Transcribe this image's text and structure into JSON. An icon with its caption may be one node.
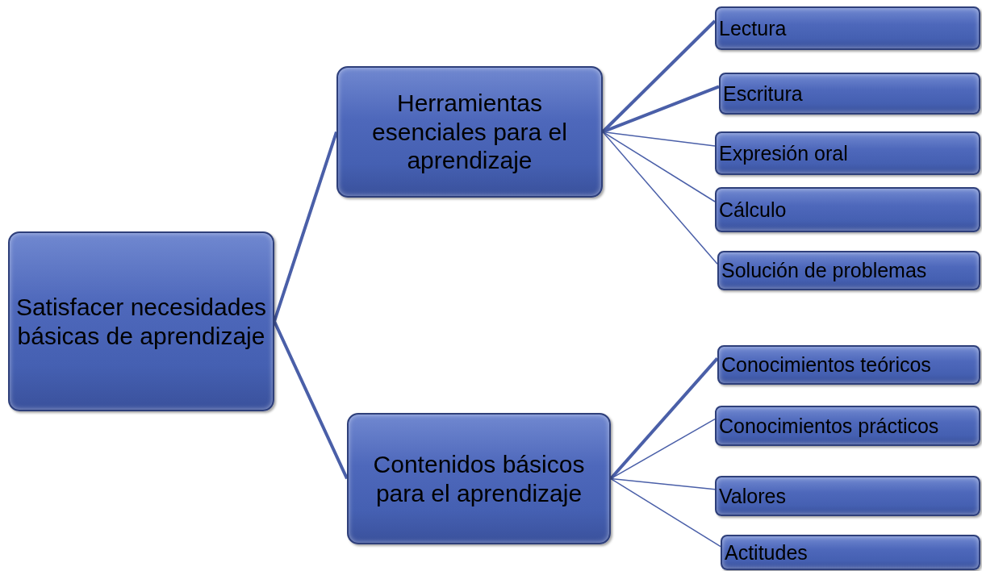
{
  "diagram": {
    "nodes": [
      {
        "text": [
          "Satisfacer necesidades básicas de aprendizaje"
        ]
      },
      {
        "text": [
          "Herramientas esenciales para el aprendizaje"
        ]
      },
      {
        "text": [
          "Lectura"
        ]
      },
      {
        "text": [
          "Escritura"
        ]
      },
      {
        "text": [
          "Expresión oral"
        ]
      },
      {
        "text": [
          "Cálculo"
        ]
      },
      {
        "text": [
          "Solución de problemas"
        ]
      },
      {
        "text": [
          "Contenidos básicos para el aprendizaje"
        ]
      },
      {
        "text": [
          "Conocimientos teóricos"
        ]
      },
      {
        "text": [
          "Conocimientos prácticos"
        ]
      },
      {
        "text": [
          "Valores"
        ]
      },
      {
        "text": [
          "Actitudes"
        ]
      }
    ],
    "edges": [
      {
        "from": 0,
        "to": 1,
        "arrow": "none",
        "style": "thick"
      },
      {
        "from": 0,
        "to": 7,
        "arrow": "none",
        "style": "thick"
      },
      {
        "from": 1,
        "to": 2,
        "arrow": "none",
        "style": "thick"
      },
      {
        "from": 1,
        "to": 3,
        "arrow": "none",
        "style": "thick"
      },
      {
        "from": 1,
        "to": 4,
        "arrow": "none"
      },
      {
        "from": 1,
        "to": 5,
        "arrow": "none"
      },
      {
        "from": 1,
        "to": 6,
        "arrow": "none"
      },
      {
        "from": 7,
        "to": 8,
        "arrow": "none",
        "style": "thick"
      },
      {
        "from": 7,
        "to": 9,
        "arrow": "none"
      },
      {
        "from": 7,
        "to": 10,
        "arrow": "none"
      },
      {
        "from": 7,
        "to": 11,
        "arrow": "none"
      }
    ]
  }
}
